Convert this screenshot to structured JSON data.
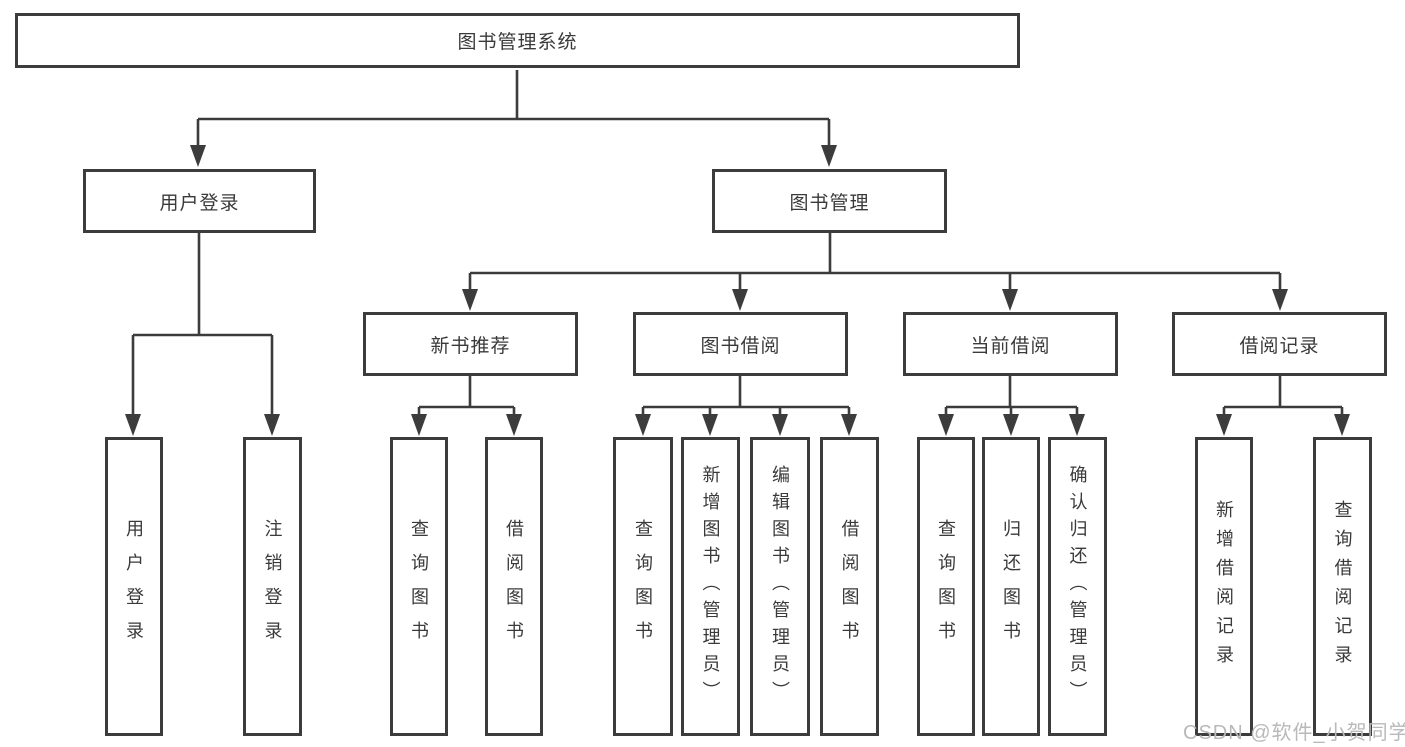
{
  "colors": {
    "background": "#ffffff",
    "line": "#3c3c3c",
    "box_border": "#3c3c3c",
    "text": "#3a3a3a",
    "watermark": "#b9b9bb"
  },
  "diagram": {
    "root": {
      "label": "图书管理系统"
    },
    "level2": {
      "user_login": {
        "label": "用户登录"
      },
      "book_management": {
        "label": "图书管理"
      }
    },
    "level3": {
      "new_books": {
        "label": "新书推荐"
      },
      "book_borrowing": {
        "label": "图书借阅"
      },
      "current_borrowing": {
        "label": "当前借阅"
      },
      "borrowing_records": {
        "label": "借阅记录"
      }
    },
    "leaves": {
      "user_login": [
        "用户登录",
        "注销登录"
      ],
      "new_books": [
        "查询图书",
        "借阅图书"
      ],
      "book_borrowing": [
        "查询图书",
        "新增图书（管理员）",
        "编辑图书（管理员）",
        "借阅图书"
      ],
      "current_borrowing": [
        "查询图书",
        "归还图书",
        "确认归还（管理员）"
      ],
      "borrowing_records": [
        "新增借阅记录",
        "查询借阅记录"
      ]
    }
  },
  "watermark": "CSDN @软件_小贺同学"
}
